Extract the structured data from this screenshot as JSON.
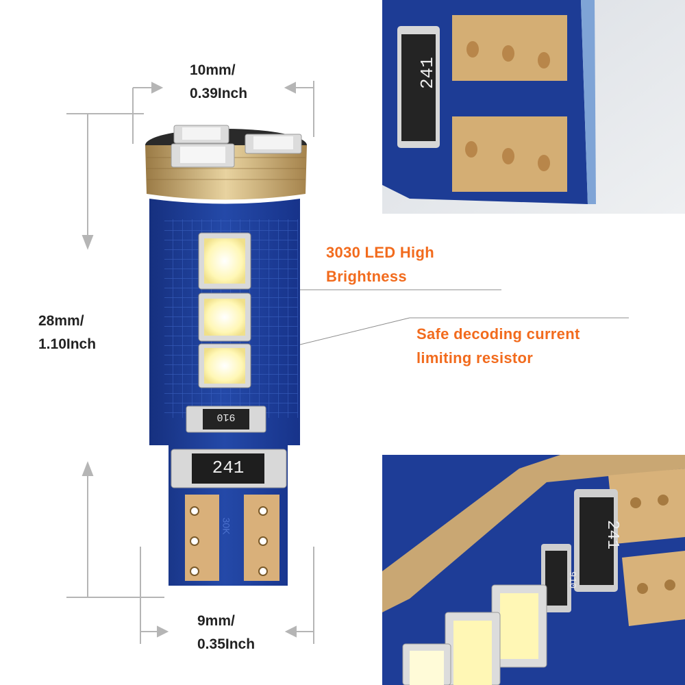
{
  "dimensions": {
    "top_width": [
      "10mm/",
      "0.39Inch"
    ],
    "height": [
      "28mm/",
      "1.10Inch"
    ],
    "bottom_width": [
      "9mm/",
      "0.35Inch"
    ]
  },
  "callouts": {
    "led": [
      "3030 LED High",
      "Brightness"
    ],
    "resistor": [
      "Safe decoding current",
      "limiting resistor"
    ]
  },
  "component_labels": {
    "resistor_large": "241",
    "resistor_small": "910",
    "board_mark": "30K"
  },
  "colors": {
    "callout": "#f26b1d",
    "pcb": "#1f3f9c",
    "copper": "#d9b07a",
    "dimension_line": "#aaaaaa"
  }
}
